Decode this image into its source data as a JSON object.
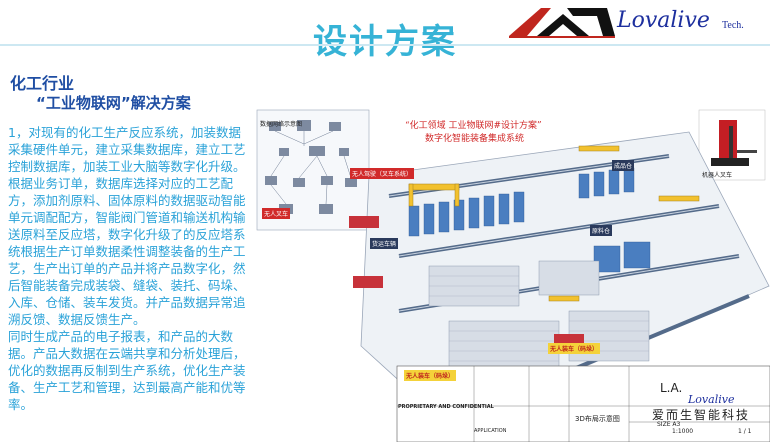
{
  "slide": {
    "title": "设计方案",
    "logo": {
      "brand": "Lovalive",
      "suffix": "Tech."
    },
    "left": {
      "heading1": "化工行业",
      "heading2": "“工业物联网”解决方案",
      "paragraph1": "1，对现有的化工生产反应系统，加装数据采集硬件单元，建立采集数据库，建立工艺控制数据库，加装工业大脑等数字化升级。根据业务订单，数据库选择对应的工艺配方，添加剂原料、固体原料的数据驱动智能单元调配配方，智能阀门管道和输送机构输送原料至反应塔，数字化升级了的反应塔系统根据生产订单数据柔性调整装备的生产工艺，生产出订单的产品并将产品数字化，然后智能装备完成装袋、缝袋、装托、码垛、入库、仓储、装车发货。并产品数据异常追溯反馈、数据反馈生产。",
      "paragraph2": "同时生成产品的电子报表，和产品的大数据。产品大数据在云端共享和分析处理后，优化的数据再反制到生产系统，优化生产装备、生产工艺和管理，达到最高产能和优等率。"
    },
    "diagram": {
      "slogan1": "“化工领域 工业物联网#设计方案”",
      "slogan2": "数字化智能装备集成系统",
      "labels": {
        "agv1": "无人驾驶（叉车系统）",
        "agv2": "无人叉车",
        "agv3": "无人装车（码垛）",
        "agv4": "无人装车（码垛）",
        "robot": "机器人叉车",
        "mes": "数据网络示意图",
        "zone1": "货运车辆",
        "zone2": "原料仓",
        "zone3": "成品仓"
      }
    },
    "titleblock": {
      "la": "L.A.",
      "logo": "Lovalive",
      "company": "爱而生智能科技",
      "drawing": "3D布局示意图",
      "proprietary": "PROPRIETARY AND CONFIDENTIAL",
      "application": "APPLICATION",
      "size": "SIZE",
      "size_value": "A3",
      "scale": "1:1000",
      "sheet": "1 / 1"
    },
    "colors": {
      "title": "#36b3d6",
      "heading": "#1f4ea3",
      "body": "#2aa2d8",
      "brand": "#1d2f9e",
      "accent": "#d12a2a"
    }
  }
}
